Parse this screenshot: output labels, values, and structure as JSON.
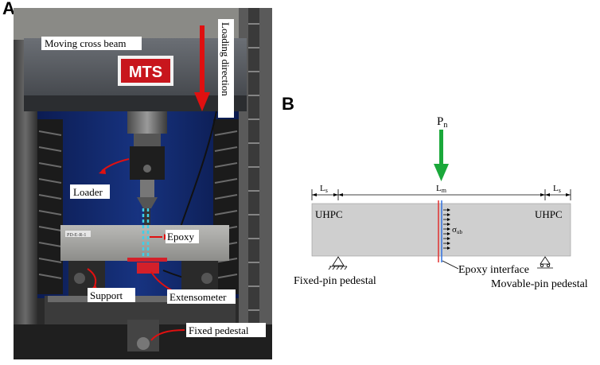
{
  "panel_a": {
    "letter": "A",
    "labels": {
      "moving_cross_beam": "Moving cross beam",
      "loading_direction": "Loading direction",
      "loader": "Loader",
      "epoxy": "Epoxy",
      "support": "Support",
      "extensometer": "Extensometer",
      "fixed_pedestal": "Fixed pedestal",
      "brand": "MTS",
      "specimen_tag": "PD-E-R-1"
    }
  },
  "panel_b": {
    "letter": "B",
    "labels": {
      "load": "Pn",
      "load_main": "P",
      "load_sub": "n",
      "ls_left": "Ls",
      "lm": "Lm",
      "ls_right": "Ls",
      "ls_main": "L",
      "ls_sub": "s",
      "lm_sub": "m",
      "uhpc_left": "UHPC",
      "uhpc_right": "UHPC",
      "sigma": "σub",
      "sigma_main": "σ",
      "sigma_sub": "ub",
      "epoxy_interface": "Epoxy interface",
      "fixed_pin": "Fixed-pin pedestal",
      "movable_pin": "Movable-pin pedestal"
    }
  },
  "colors": {
    "arrow_red": "#e01010",
    "arrow_green": "#1aa83a",
    "beam_gray": "#cfcfcf",
    "interface_red": "#e03030",
    "interface_blue": "#3070e0"
  }
}
